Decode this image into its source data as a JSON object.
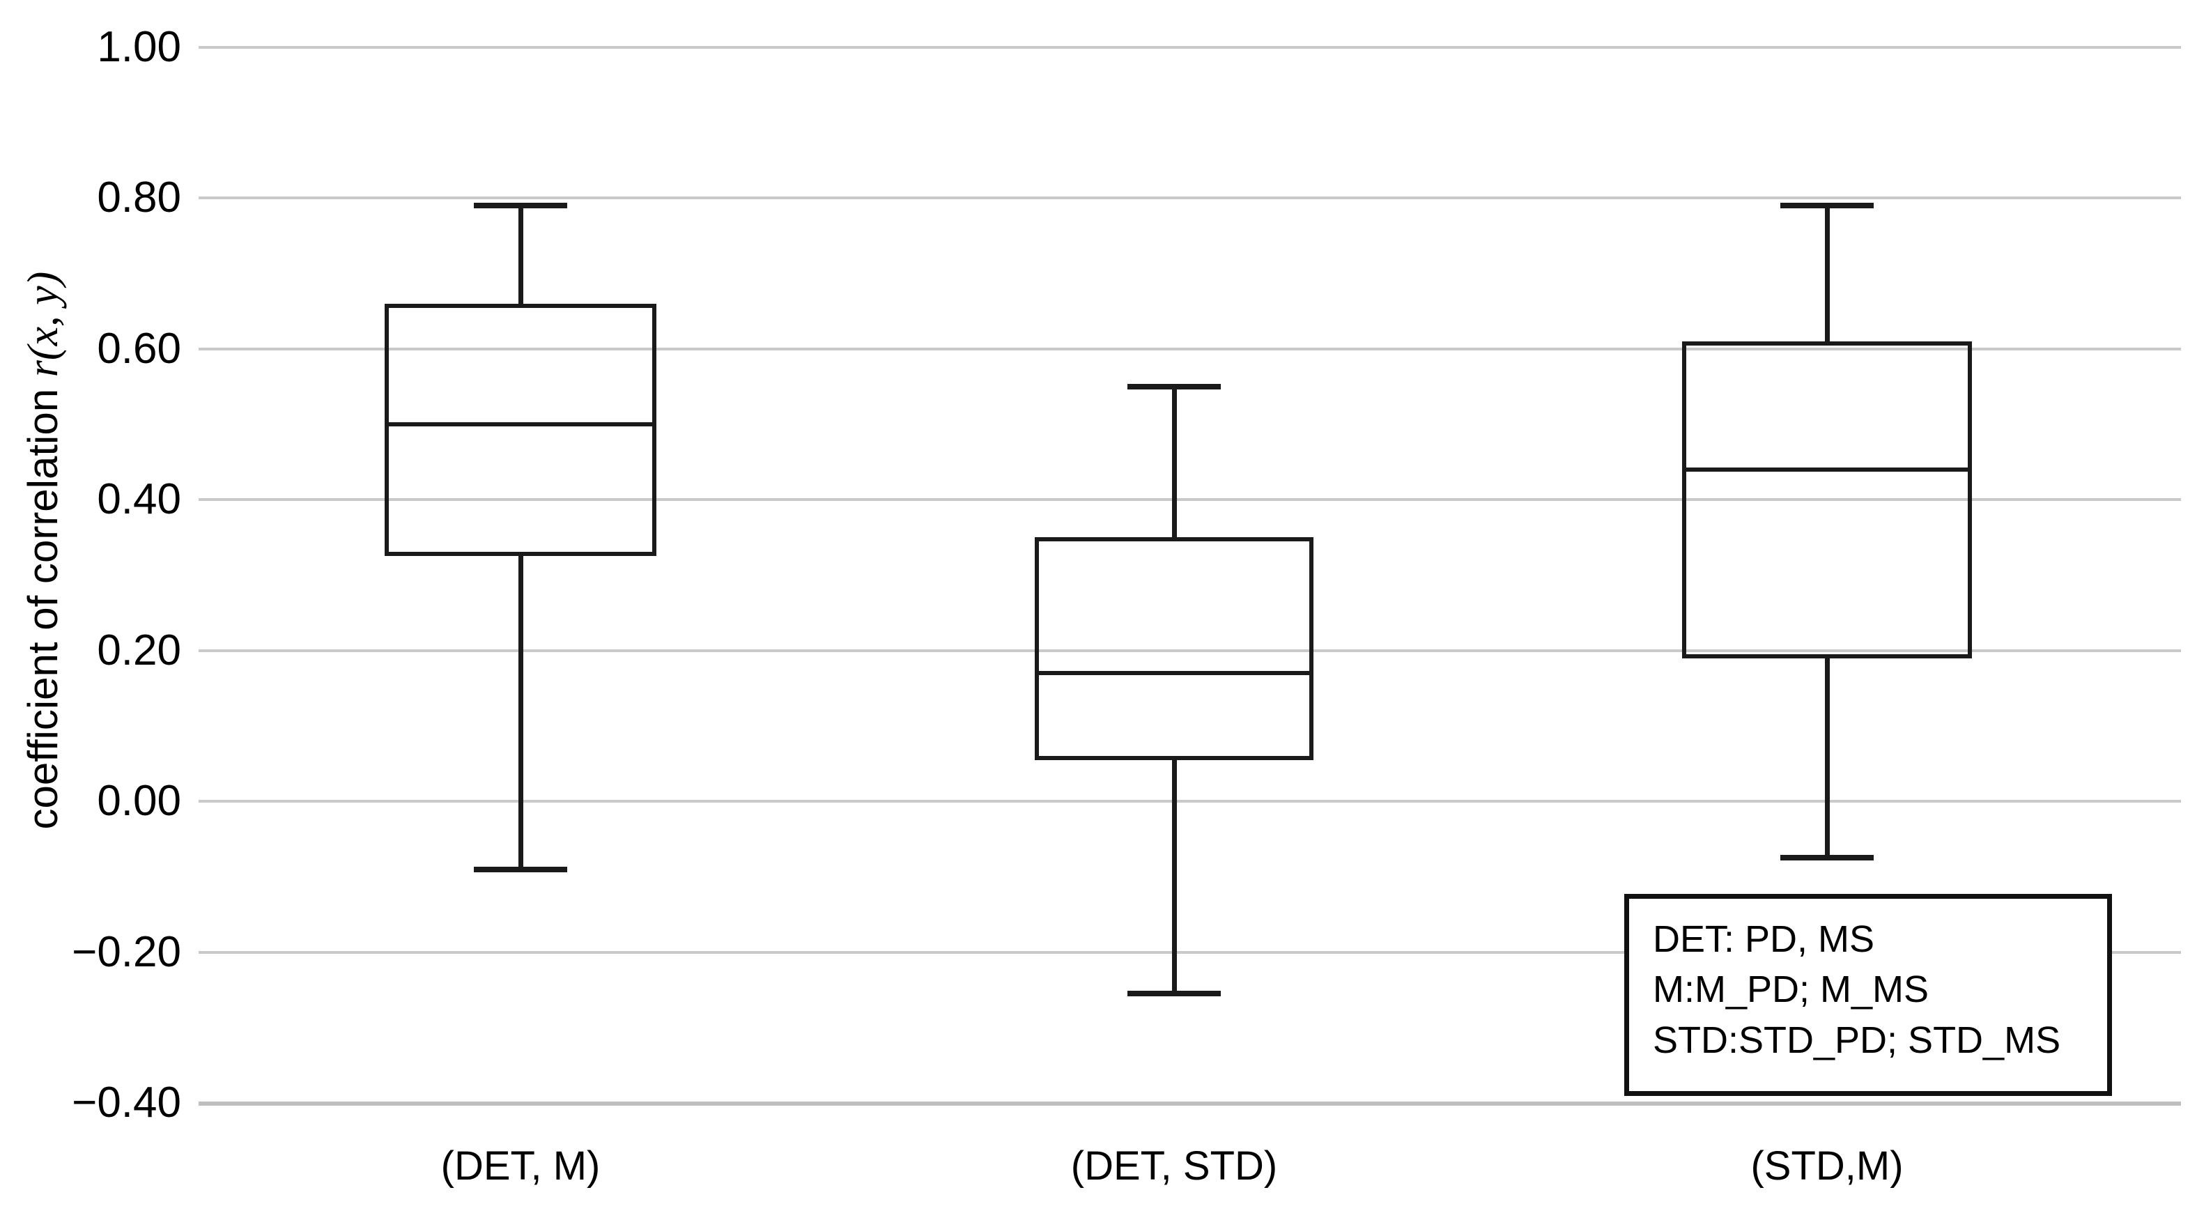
{
  "chart_data": {
    "type": "box",
    "title": "",
    "xlabel": "",
    "ylabel": "coefficient of correlation r(x, y)",
    "ylabel_prefix": "coefficient of correlation ",
    "ylabel_math": "r",
    "ylabel_math_args": "(x, y)",
    "categories": [
      "(DET, M)",
      "(DET, STD)",
      "(STD,M)"
    ],
    "ylim": [
      -0.4,
      1.0
    ],
    "ytick_step": 0.2,
    "ytick_labels": [
      "1.00",
      "0.80",
      "0.60",
      "0.40",
      "0.20",
      "0.00",
      "−0.20",
      "−0.40"
    ],
    "ytick_values": [
      1.0,
      0.8,
      0.6,
      0.4,
      0.2,
      0.0,
      -0.2,
      -0.4
    ],
    "grid": true,
    "grid_axis": "y",
    "grid_color": "#c9c9c9",
    "box_edge_color": "#1a1a1a",
    "box_fill_color": "#ffffff",
    "legend_position": "bottom-right",
    "boxes": [
      {
        "category": "(DET, M)",
        "whisker_low": -0.09,
        "q1": 0.325,
        "median": 0.5,
        "q3": 0.66,
        "whisker_high": 0.79
      },
      {
        "category": "(DET, STD)",
        "whisker_low": -0.255,
        "q1": 0.055,
        "median": 0.17,
        "q3": 0.35,
        "whisker_high": 0.55
      },
      {
        "category": "(STD,M)",
        "whisker_low": -0.075,
        "q1": 0.19,
        "median": 0.44,
        "q3": 0.61,
        "whisker_high": 0.79
      }
    ],
    "legend_lines": [
      "DET: PD, MS",
      "M:M_PD; M_MS",
      "STD:STD_PD; STD_MS"
    ]
  }
}
